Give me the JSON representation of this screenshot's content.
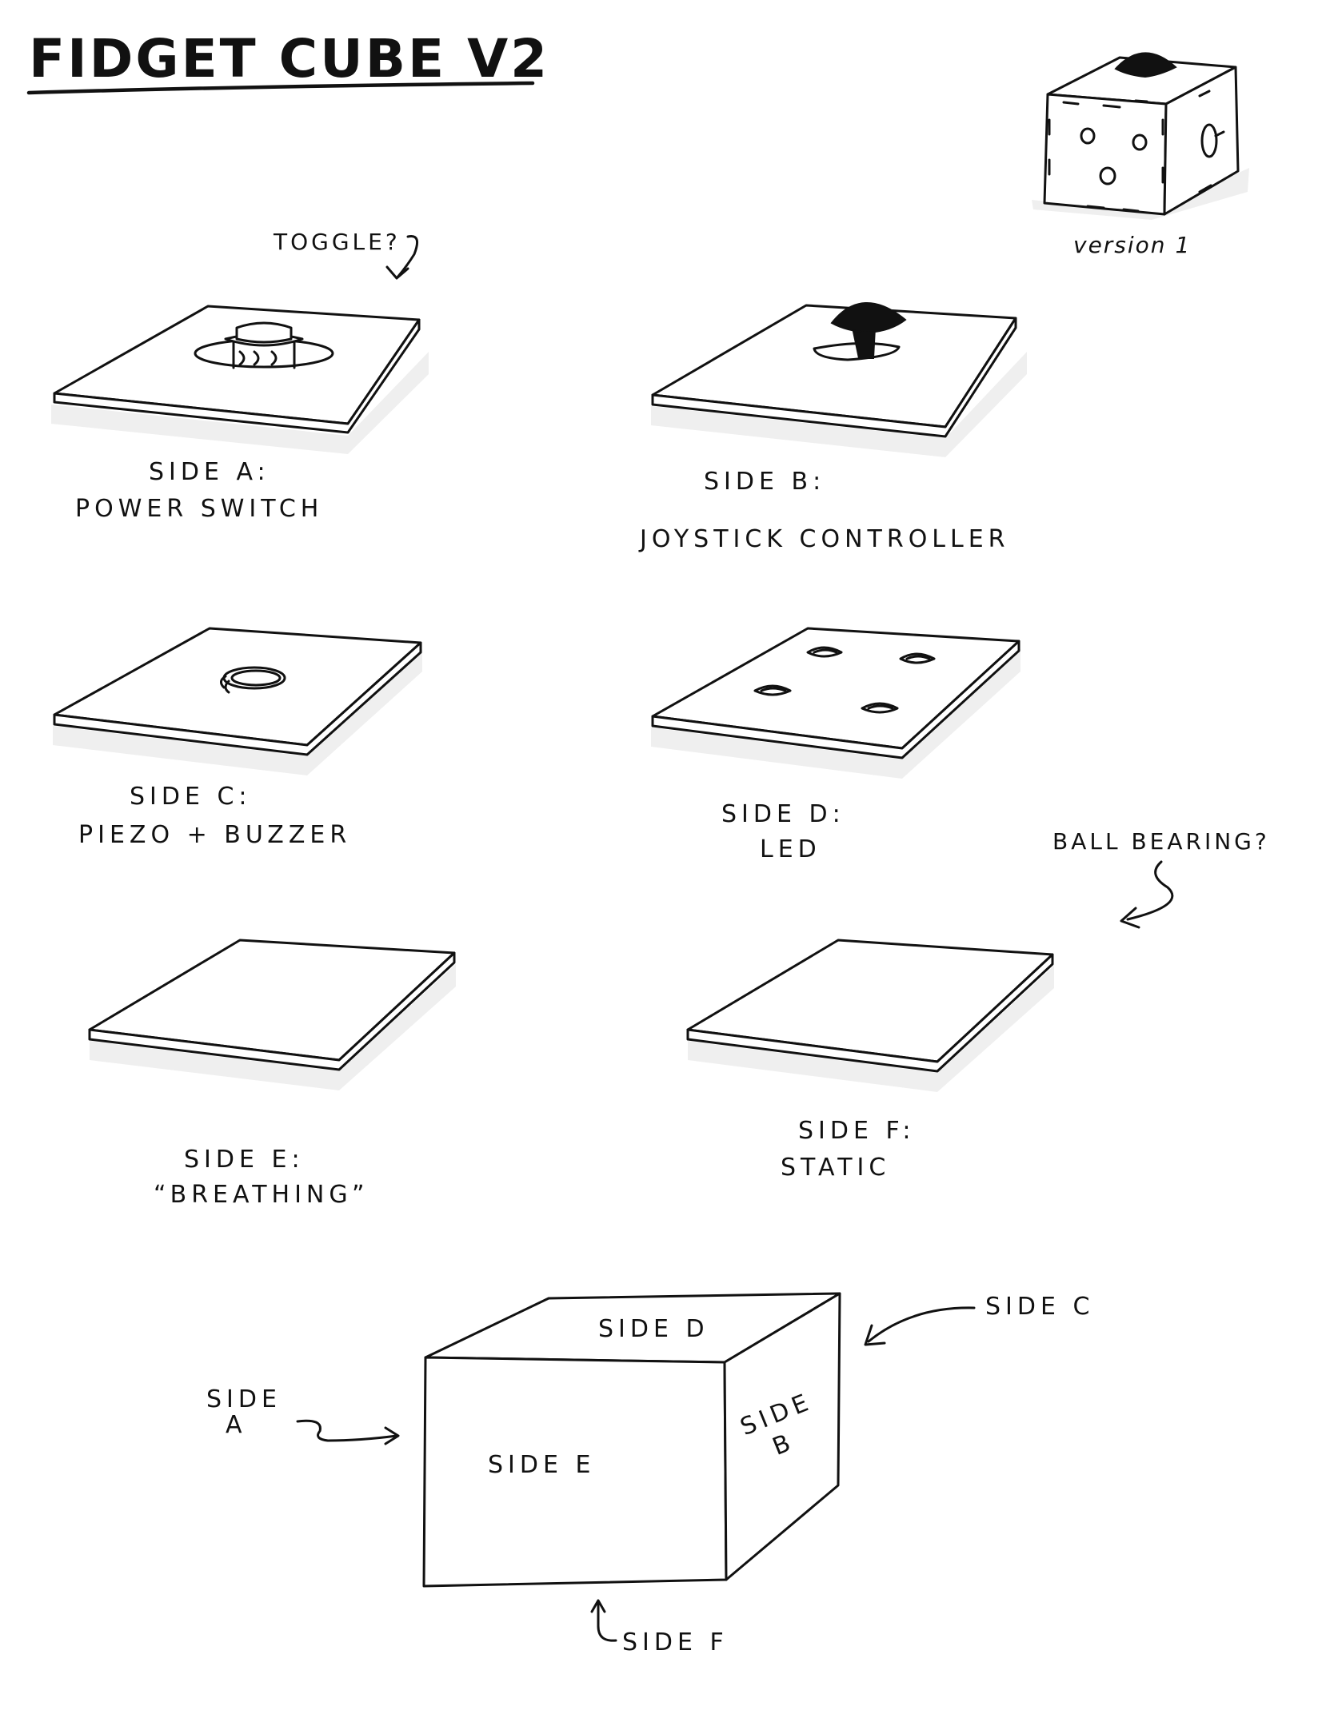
{
  "title": "FIDGET CUBE V2",
  "thumbnail": {
    "caption": "version 1"
  },
  "panels": [
    {
      "id": "a",
      "side": "SIDE A:",
      "feature": "POWER SWITCH",
      "note": "TOGGLE?",
      "component": "toggle-switch"
    },
    {
      "id": "b",
      "side": "SIDE B:",
      "feature": "JOYSTICK CONTROLLER",
      "component": "joystick"
    },
    {
      "id": "c",
      "side": "SIDE C:",
      "feature": "PIEZO + BUZZER",
      "component": "piezo-disc"
    },
    {
      "id": "d",
      "side": "SIDE D:",
      "feature": "LED",
      "component": "led-holes"
    },
    {
      "id": "e",
      "side": "SIDE E:",
      "feature": "“BREATHING”",
      "component": "none"
    },
    {
      "id": "f",
      "side": "SIDE F:",
      "feature": "STATIC",
      "note": "BALL BEARING?",
      "component": "none"
    }
  ],
  "assembly": {
    "top_face": "SIDE D",
    "front_face": "SIDE E",
    "right_face": "SIDE B",
    "callout_c": "SIDE C",
    "callout_a_line1": "SIDE",
    "callout_a_line2": "A",
    "callout_f": "SIDE F",
    "right_face_line1": "SIDE",
    "right_face_line2": "B"
  }
}
